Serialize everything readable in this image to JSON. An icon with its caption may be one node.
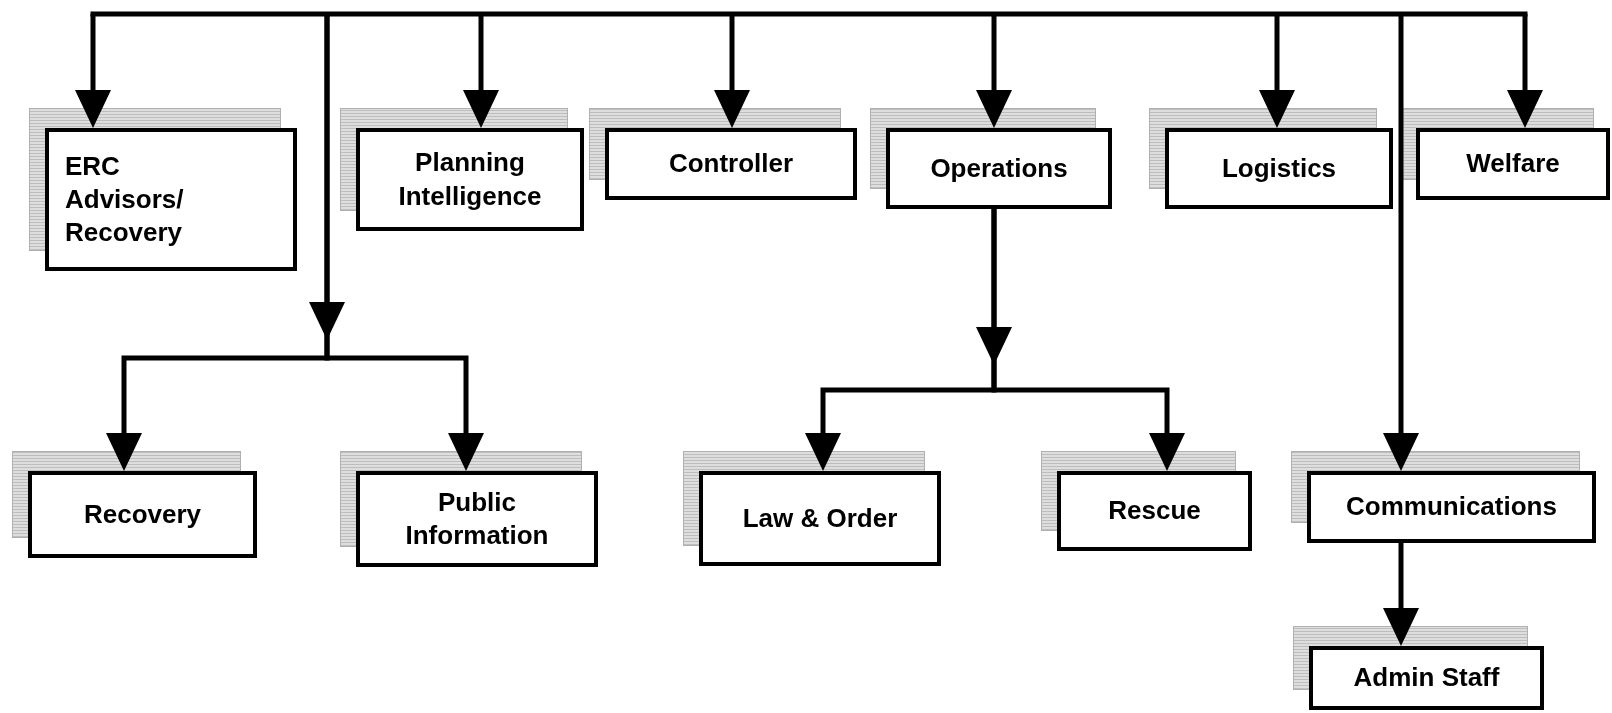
{
  "diagram": {
    "nodes": [
      {
        "text": [
          "ERC Advisors/ Recovery"
        ]
      },
      {
        "text": [
          "Planning Intelligence"
        ]
      },
      {
        "text": [
          "Controller"
        ]
      },
      {
        "text": [
          "Operations"
        ]
      },
      {
        "text": [
          "Logistics"
        ]
      },
      {
        "text": [
          "Welfare"
        ]
      },
      {
        "text": [
          "Recovery"
        ]
      },
      {
        "text": [
          "Public Information"
        ]
      },
      {
        "text": [
          "Law & Order"
        ]
      },
      {
        "text": [
          "Rescue"
        ]
      },
      {
        "text": [
          "Communications"
        ]
      },
      {
        "text": [
          "Admin Staff"
        ]
      }
    ],
    "edges": [
      {
        "from": null,
        "to": 0,
        "arrow": "to"
      },
      {
        "from": null,
        "to": 6,
        "arrow": "to"
      },
      {
        "from": null,
        "to": 7,
        "arrow": "to"
      },
      {
        "from": null,
        "to": 1,
        "arrow": "to"
      },
      {
        "from": null,
        "to": 2,
        "arrow": "to"
      },
      {
        "from": null,
        "to": 3,
        "arrow": "to"
      },
      {
        "from": null,
        "to": 4,
        "arrow": "to"
      },
      {
        "from": null,
        "to": 10,
        "arrow": "to"
      },
      {
        "from": null,
        "to": 5,
        "arrow": "to"
      },
      {
        "from": 3,
        "to": 8,
        "arrow": "to"
      },
      {
        "from": 3,
        "to": 9,
        "arrow": "to"
      },
      {
        "from": 10,
        "to": 11,
        "arrow": "to"
      }
    ]
  }
}
